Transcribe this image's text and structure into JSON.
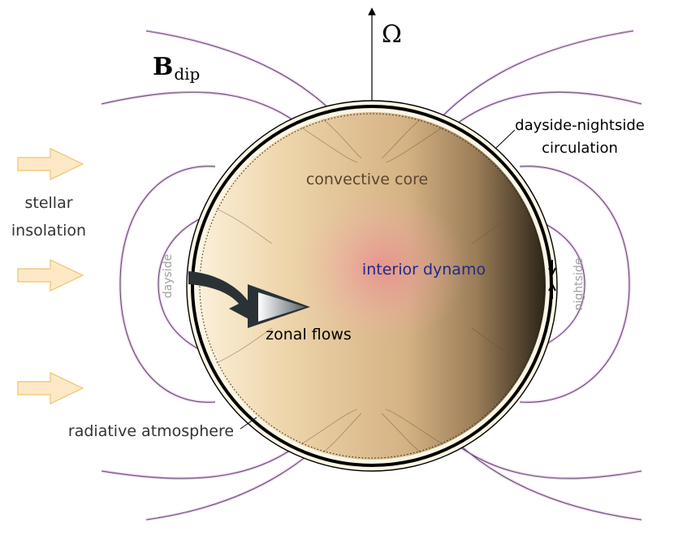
{
  "labels": {
    "omega": "Ω",
    "bfield_main": "B",
    "bfield_sub": "dip",
    "stellar_line1": "stellar",
    "stellar_line2": "insolation",
    "circulation_line1": "dayside-nightside",
    "circulation_line2": "circulation",
    "convective_core": "convective core",
    "interior_dynamo": "interior dynamo",
    "dayside": "dayside",
    "nightside": "nightside",
    "zonal_flows": "zonal flows",
    "radiative_atmosphere": "radiative atmosphere"
  },
  "colors": {
    "field_lines": "#5a4a6a",
    "field_glow": "#e8b8e8",
    "arrows_fill": "#fde9c6",
    "arrows_stroke": "#f4c070",
    "dynamo_text": "#1f2a8a",
    "side_text": "#a0a0a0",
    "core_text": "#5a4630",
    "zonal_arrow": "#2a3236"
  }
}
